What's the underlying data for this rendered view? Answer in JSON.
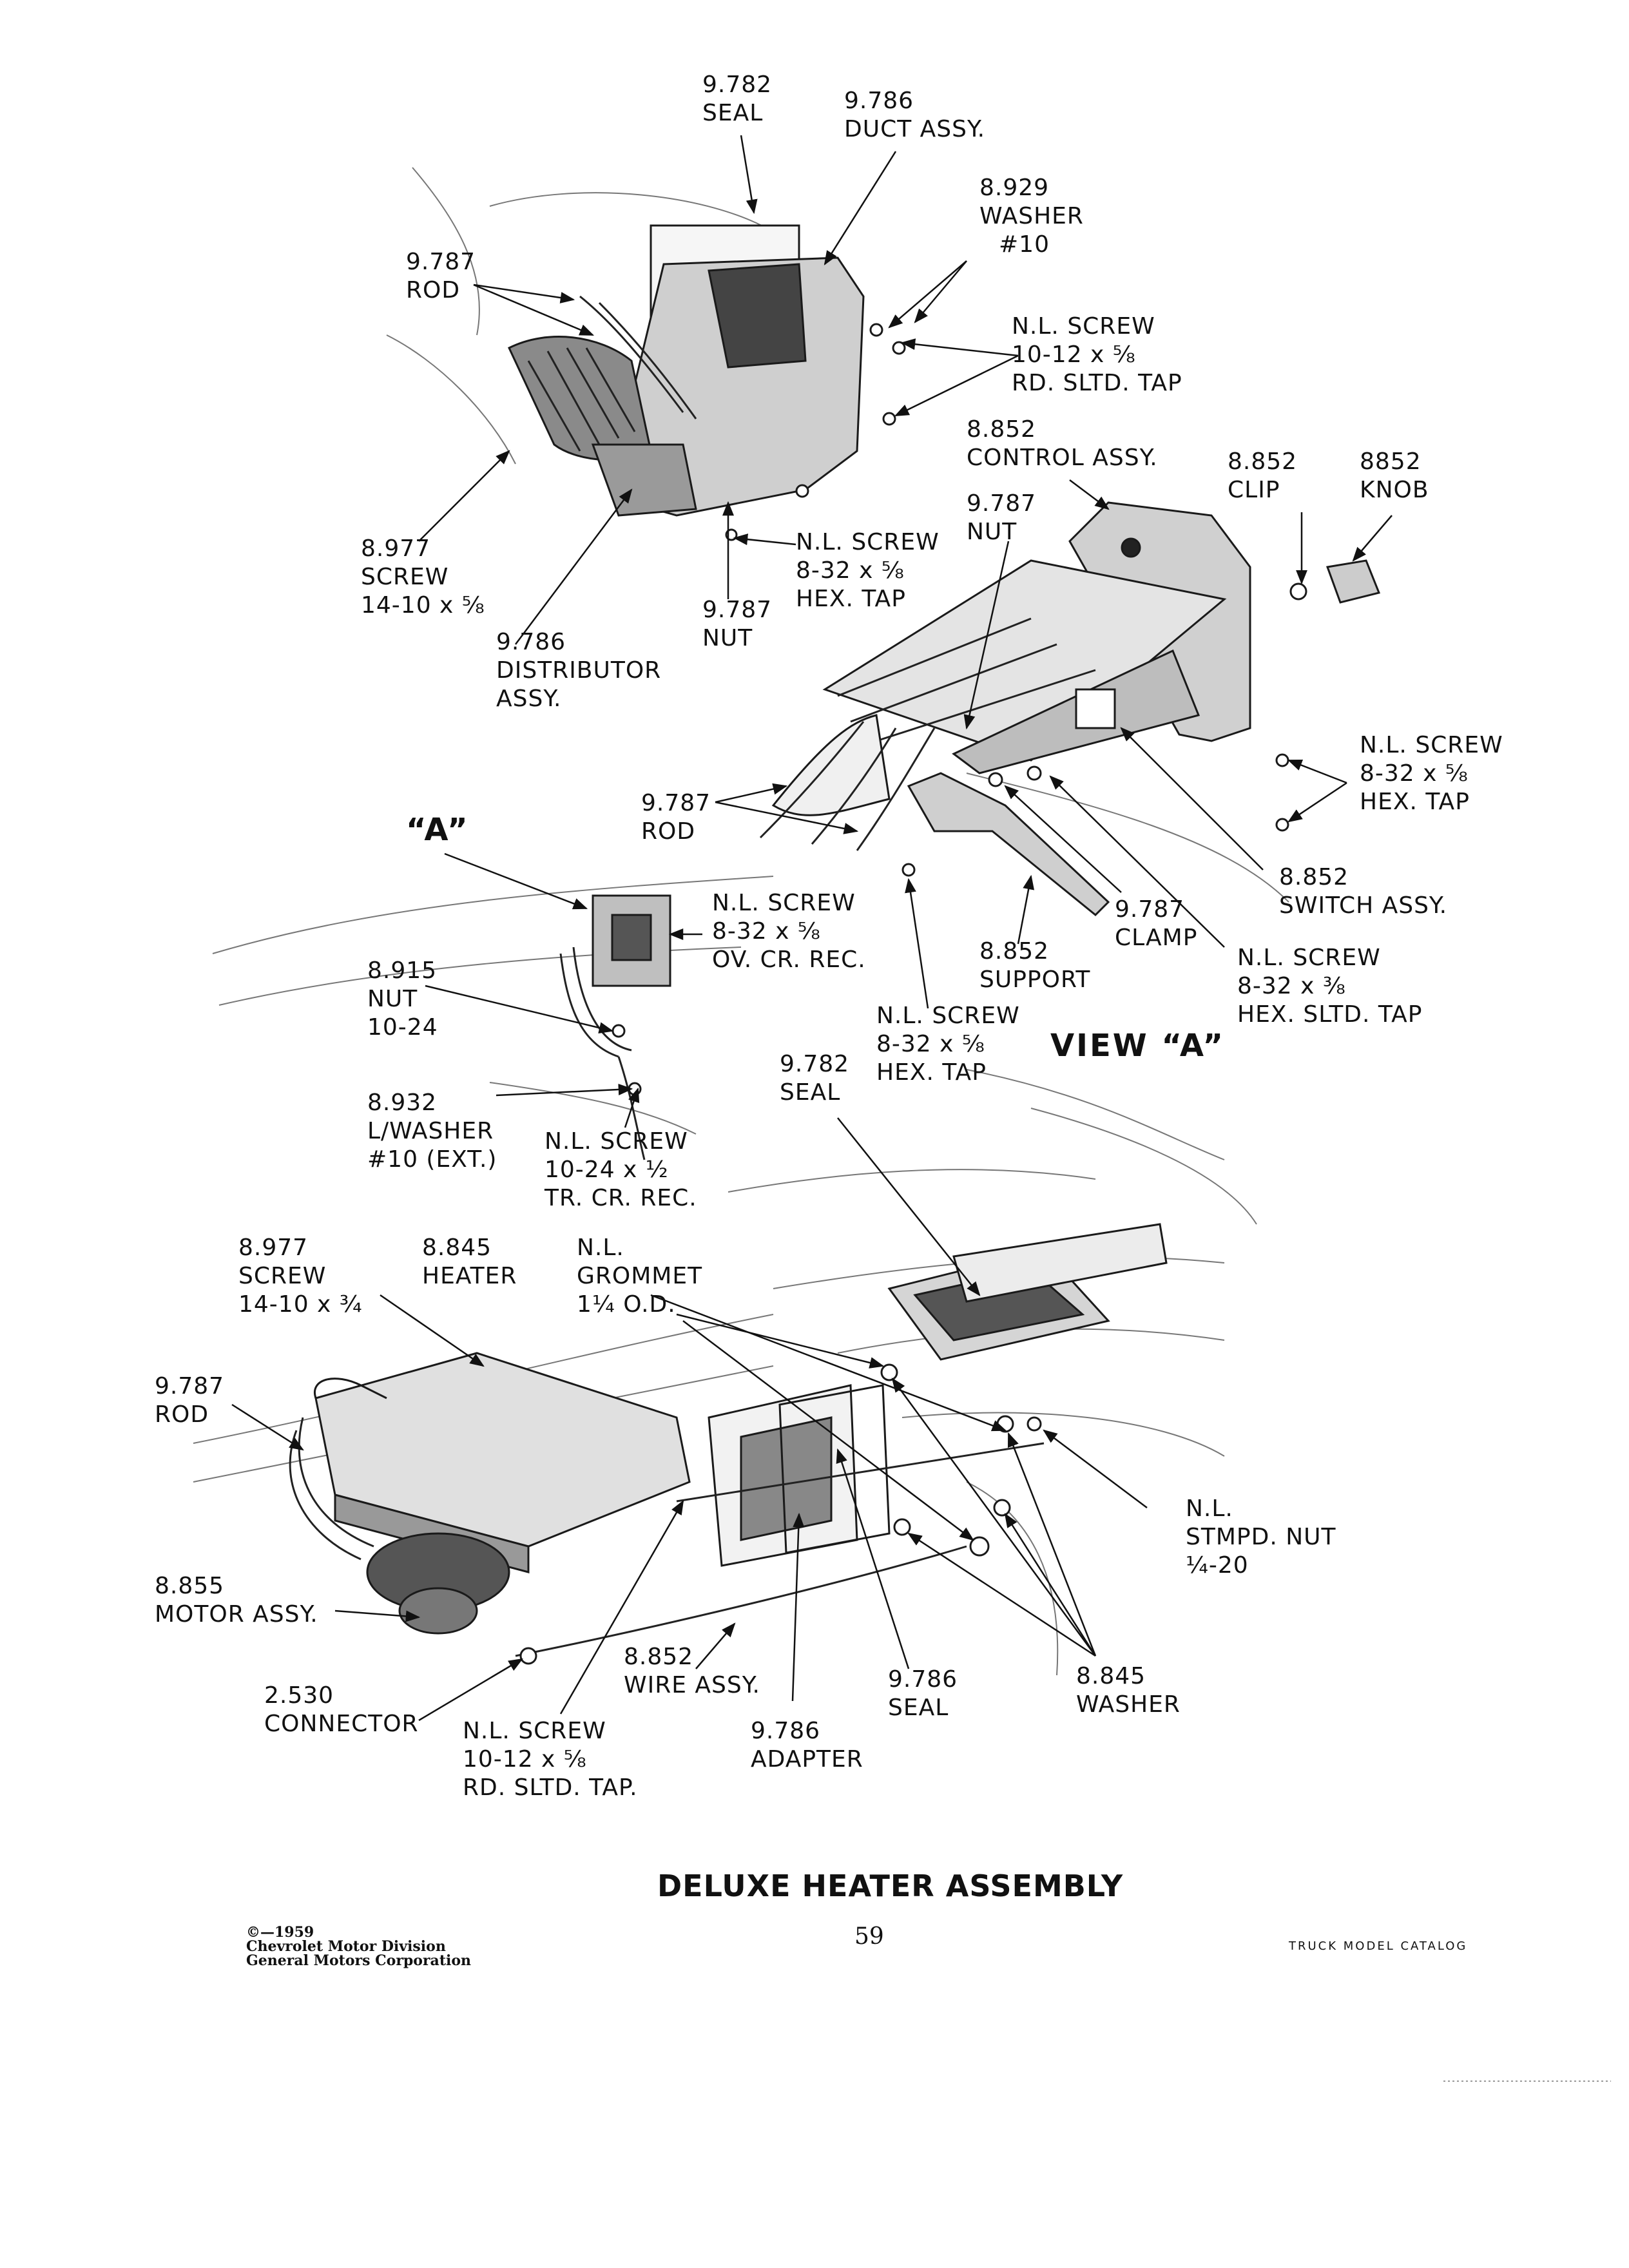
{
  "title": "DELUXE HEATER ASSEMBLY",
  "view_label": "VIEW “A”",
  "a_marker": "“A”",
  "page_number": "59",
  "copyright": [
    "©—1959",
    "Chevrolet Motor Division",
    "General Motors Corporation"
  ],
  "catalog": "TRUCK MODEL CATALOG",
  "labels": {
    "seal_top": [
      "9.782",
      "SEAL"
    ],
    "duct_assy": [
      "9.786",
      "DUCT ASSY."
    ],
    "washer_10_top": [
      "8.929",
      "WASHER",
      "#10"
    ],
    "rod_top": [
      "9.787",
      "ROD"
    ],
    "nl_screw_10_12_top": [
      "N.L. SCREW",
      "10-12 x ⅝",
      "RD. SLTD. TAP"
    ],
    "control_assy": [
      "8.852",
      "CONTROL ASSY."
    ],
    "clip": [
      "8.852",
      "CLIP"
    ],
    "knob": [
      "8852",
      "KNOB"
    ],
    "nut_control": [
      "9.787",
      "NUT"
    ],
    "nl_screw_8_32_hex_top": [
      "N.L. SCREW",
      "8-32 x ⅝",
      "HEX. TAP"
    ],
    "screw_14_10_top": [
      "8.977",
      "SCREW",
      "14-10 x ⅝"
    ],
    "nut_bottom_duct": [
      "9.787",
      "NUT"
    ],
    "distributor_assy": [
      "9.786",
      "DISTRIBUTOR",
      "ASSY."
    ],
    "nl_screw_right": [
      "N.L. SCREW",
      "8-32 x ⅝",
      "HEX. TAP"
    ],
    "rod_mid": [
      "9.787",
      "ROD"
    ],
    "switch_assy": [
      "8.852",
      "SWITCH ASSY."
    ],
    "clamp": [
      "9.787",
      "CLAMP"
    ],
    "support": [
      "8.852",
      "SUPPORT"
    ],
    "nl_screw_ov": [
      "N.L. SCREW",
      "8-32 x ⅝",
      "OV. CR. REC."
    ],
    "nl_screw_hex_sltd": [
      "N.L. SCREW",
      "8-32 x ⅜",
      "HEX. SLTD. TAP"
    ],
    "nut_10_24": [
      "8.915",
      "NUT",
      "10-24"
    ],
    "nl_screw_hex_tap_mid": [
      "N.L. SCREW",
      "8-32 x ⅝",
      "HEX. TAP"
    ],
    "seal_mid": [
      "9.782",
      "SEAL"
    ],
    "l_washer": [
      "8.932",
      "L/WASHER",
      "#10 (EXT.)"
    ],
    "nl_screw_tr": [
      "N.L. SCREW",
      "10-24 x ½",
      "TR. CR. REC."
    ],
    "screw_14_10_bottom": [
      "8.977",
      "SCREW",
      "14-10 x ¾"
    ],
    "heater": [
      "8.845",
      "HEATER"
    ],
    "grommet": [
      "N.L.",
      "GROMMET",
      "1¼ O.D."
    ],
    "rod_bottom": [
      "9.787",
      "ROD"
    ],
    "stmpd_nut": [
      "N.L.",
      "STMPD. NUT",
      "¼-20"
    ],
    "motor_assy": [
      "8.855",
      "MOTOR ASSY."
    ],
    "wire_assy": [
      "8.852",
      "WIRE ASSY."
    ],
    "seal_bottom": [
      "9.786",
      "SEAL"
    ],
    "washer_845": [
      "8.845",
      "WASHER"
    ],
    "connector": [
      "2.530",
      "CONNECTOR"
    ],
    "nl_screw_bottom": [
      "N.L. SCREW",
      "10-12 x ⅝",
      "RD. SLTD. TAP."
    ],
    "adapter": [
      "9.786",
      "ADAPTER"
    ]
  }
}
